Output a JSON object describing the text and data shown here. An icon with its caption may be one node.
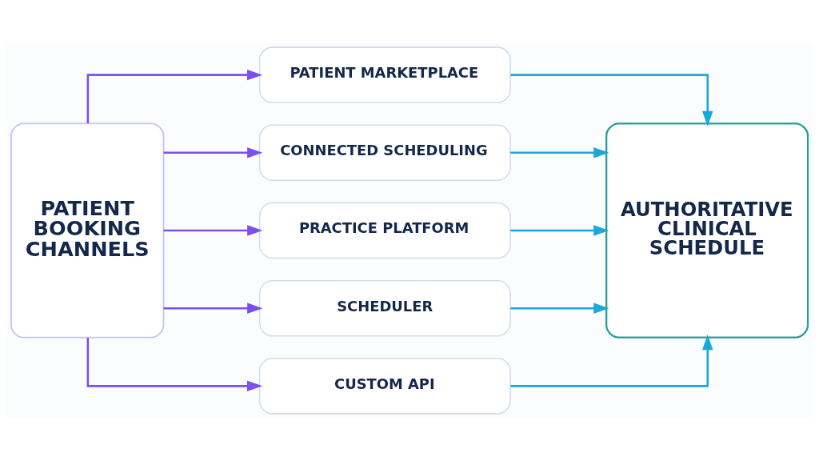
{
  "diagram": {
    "nodes": [
      {
        "text": [
          "PATIENT BOOKING CHANNELS"
        ]
      },
      {
        "text": [
          "PATIENT MARKETPLACE"
        ]
      },
      {
        "text": [
          "CONNECTED SCHEDULING"
        ]
      },
      {
        "text": [
          "PRACTICE PLATFORM"
        ]
      },
      {
        "text": [
          "SCHEDULER"
        ]
      },
      {
        "text": [
          "CUSTOM API"
        ]
      },
      {
        "text": [
          "AUTHORITATIVE CLINICAL SCHEDULE"
        ]
      }
    ],
    "edges": [
      {
        "from": 0,
        "to": 1,
        "arrow": "to",
        "color": "#7b4ff0"
      },
      {
        "from": 0,
        "to": 2,
        "arrow": "to",
        "color": "#7b4ff0"
      },
      {
        "from": 0,
        "to": 3,
        "arrow": "to",
        "color": "#7b4ff0"
      },
      {
        "from": 0,
        "to": 4,
        "arrow": "to",
        "color": "#7b4ff0"
      },
      {
        "from": 0,
        "to": 5,
        "arrow": "to",
        "color": "#7b4ff0"
      },
      {
        "from": 1,
        "to": 6,
        "arrow": "to",
        "color": "#1aa7dc"
      },
      {
        "from": 2,
        "to": 6,
        "arrow": "to",
        "color": "#1aa7dc"
      },
      {
        "from": 3,
        "to": 6,
        "arrow": "to",
        "color": "#1aa7dc"
      },
      {
        "from": 4,
        "to": 6,
        "arrow": "to",
        "color": "#1aa7dc"
      },
      {
        "from": 5,
        "to": 6,
        "arrow": "to",
        "color": "#1aa7dc"
      }
    ]
  }
}
